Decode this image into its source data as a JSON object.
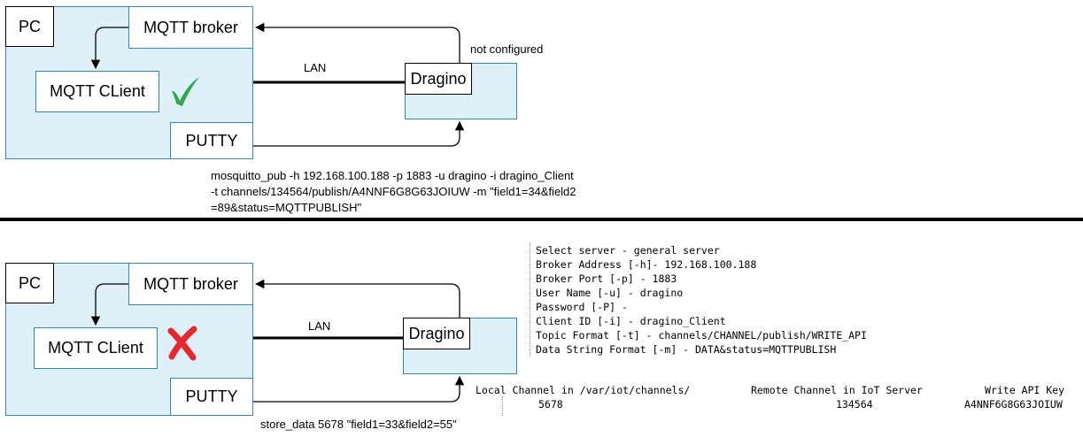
{
  "top": {
    "pc_label": "PC",
    "broker_label": "MQTT broker",
    "client_label": "MQTT CLient",
    "putty_label": "PUTTY",
    "dragino_label": "Dragino",
    "lan_label": "LAN",
    "not_configured": "not configured",
    "status_icon": "check-icon",
    "command_lines": [
      "mosquitto_pub -h 192.168.100.188  -p 1883 -u dragino -i dragino_Client",
      "-t channels/134564/publish/A4NNF6G8G63JOIUW -m \"field1=34&field2",
      "=89&status=MQTTPUBLISH\""
    ]
  },
  "bottom": {
    "pc_label": "PC",
    "broker_label": "MQTT broker",
    "client_label": "MQTT CLient",
    "putty_label": "PUTTY",
    "dragino_label": "Dragino",
    "lan_label": "LAN",
    "status_icon": "cross-icon",
    "command": "store_data 5678 \"field1=33&field2=55\"",
    "config_lines": [
      "Select server - general server",
      "Broker Address [-h]- 192.168.100.188",
      "Broker Port [-p] - 1883",
      "User Name [-u] - dragino",
      "Password [-P] -",
      "Client ID [-i] - dragino_Client",
      "Topic Format [-t] - channels/CHANNEL/publish/WRITE_API",
      "Data String Format [-m] - DATA&status=MQTTPUBLISH"
    ],
    "table": {
      "headers": [
        "Local Channel in /var/iot/channels/",
        "Remote Channel in IoT Server",
        "Write API Key"
      ],
      "row": [
        "5678",
        "134564",
        "A4NNF6G8G63JOIUW"
      ]
    }
  },
  "colors": {
    "box_border": "#2f86c6",
    "box_fill": "#def0f8",
    "check": "#2ea84a",
    "cross": "#e8262b"
  }
}
